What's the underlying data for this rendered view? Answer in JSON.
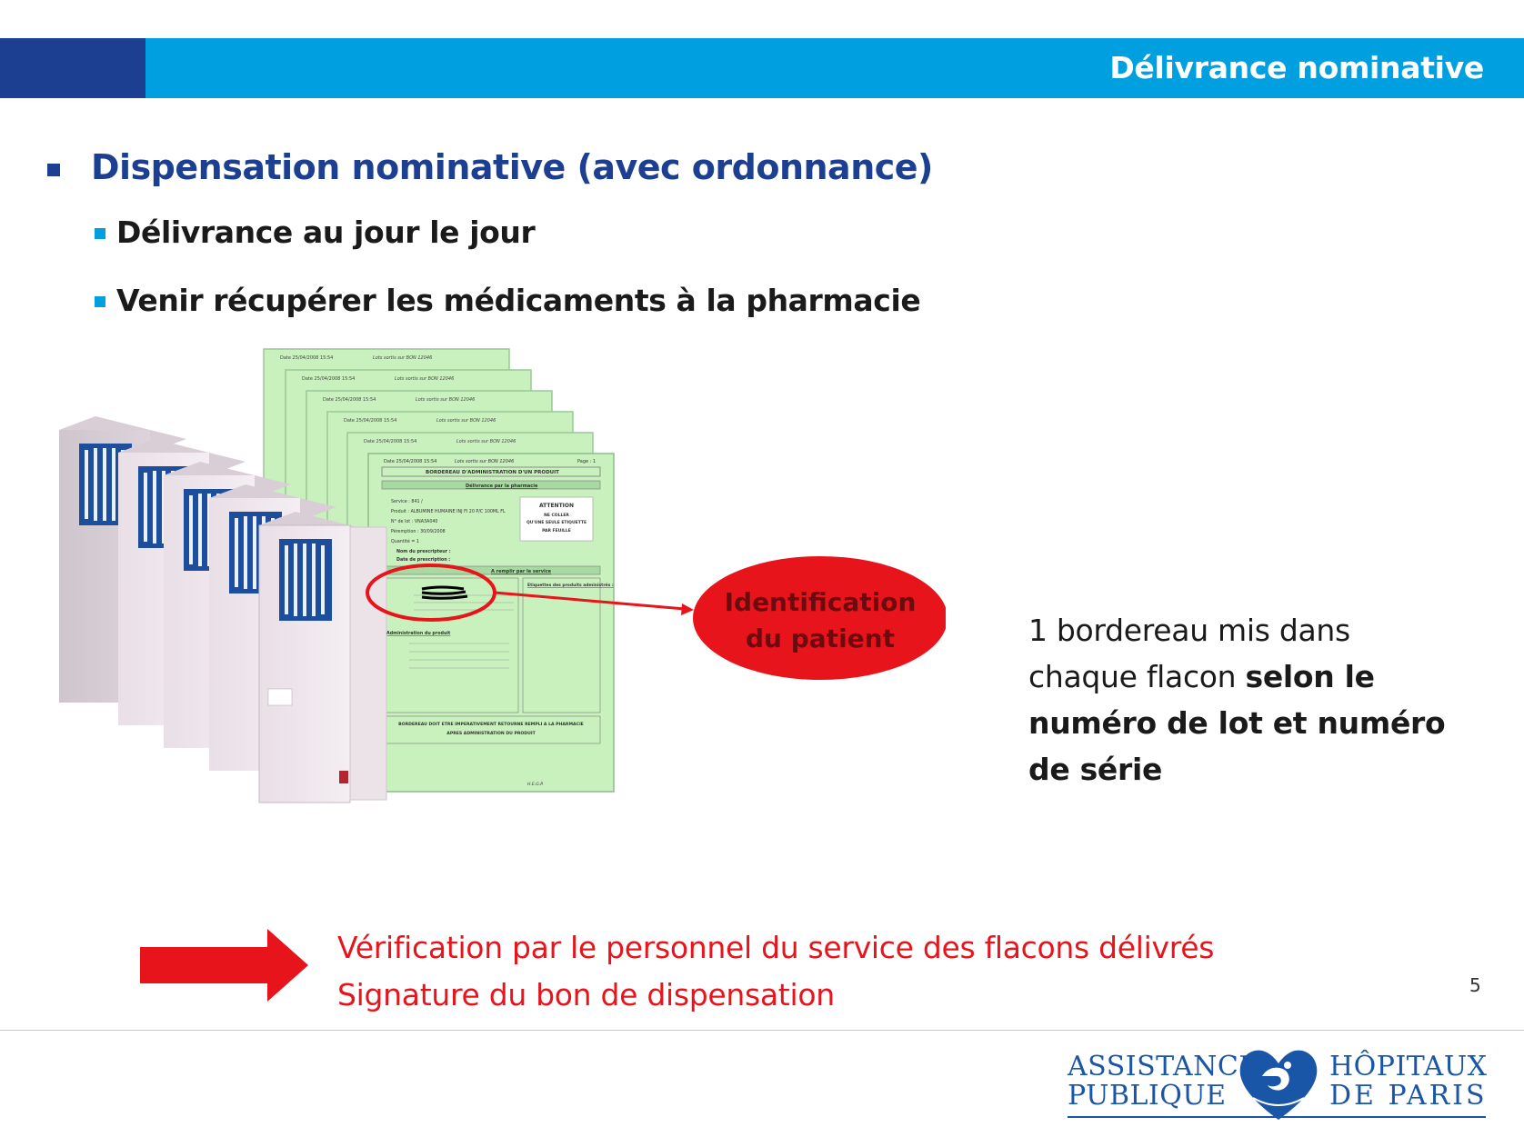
{
  "header": {
    "title": "Délivrance nominative"
  },
  "main": {
    "title": "Dispensation nominative (avec ordonnance)",
    "bullets": [
      "Délivrance au jour le jour",
      "Venir récupérer les médicaments à la pharmacie"
    ]
  },
  "figure": {
    "callout": {
      "line1": "Identification",
      "line2": "du patient"
    },
    "form": {
      "header_date": "Date 25/04/2008 15:54",
      "header_lots": "Lots sortis sur BON 12046",
      "header_page": "Page : 1",
      "title": "BORDEREAU D'ADMINISTRATION D'UN PRODUIT",
      "delivery": "Délivrance par la pharmacie",
      "service": "Service : 841 /",
      "product": "Produit : ALBUMINE HUMAINE INJ FI 20 P/C 100ML FL",
      "lot": "N° de lot : VNA3A040",
      "expiry": "Péremption : 30/09/2008",
      "quantity": "Quantité = 1",
      "prescriber": "Nom du prescripteur :",
      "prescription_date": "Date de prescription :",
      "attention": [
        "ATTENTION",
        "NE COLLER",
        "QU'UNE SEULE ETIQUETTE",
        "PAR FEUILLE"
      ],
      "to_fill": "A remplir par le service",
      "labels": "Etiquettes des produits administrés :",
      "product_admin": "Administration du produit",
      "footer_note_1": "BORDEREAU DOIT ETRE IMPERATIVEMENT RETOURNE REMPLI A LA PHARMACIE",
      "footer_note_2": "APRES ADMINISTRATION DU PRODUIT",
      "signature": "H.E.G.P."
    }
  },
  "caption": {
    "line1": "1 bordereau mis dans",
    "line2_normal": "chaque flacon ",
    "line2_bold": "selon le",
    "line3_bold": "numéro de lot et numéro",
    "line4_bold": "de série"
  },
  "conclusion": {
    "line1": "Vérification par le personnel du service des flacons délivrés",
    "line2": "Signature du bon de dispensation"
  },
  "page_number": "5",
  "logo": {
    "left_line1": "ASSISTANCE",
    "left_line2": "PUBLIQUE",
    "right_line1": "HÔPITAUX",
    "right_line2": "DE PARIS"
  },
  "colors": {
    "dark_blue": "#1c3f91",
    "light_blue": "#009fe0",
    "red": "#e8141b",
    "form_green": "#c9f1bd"
  }
}
